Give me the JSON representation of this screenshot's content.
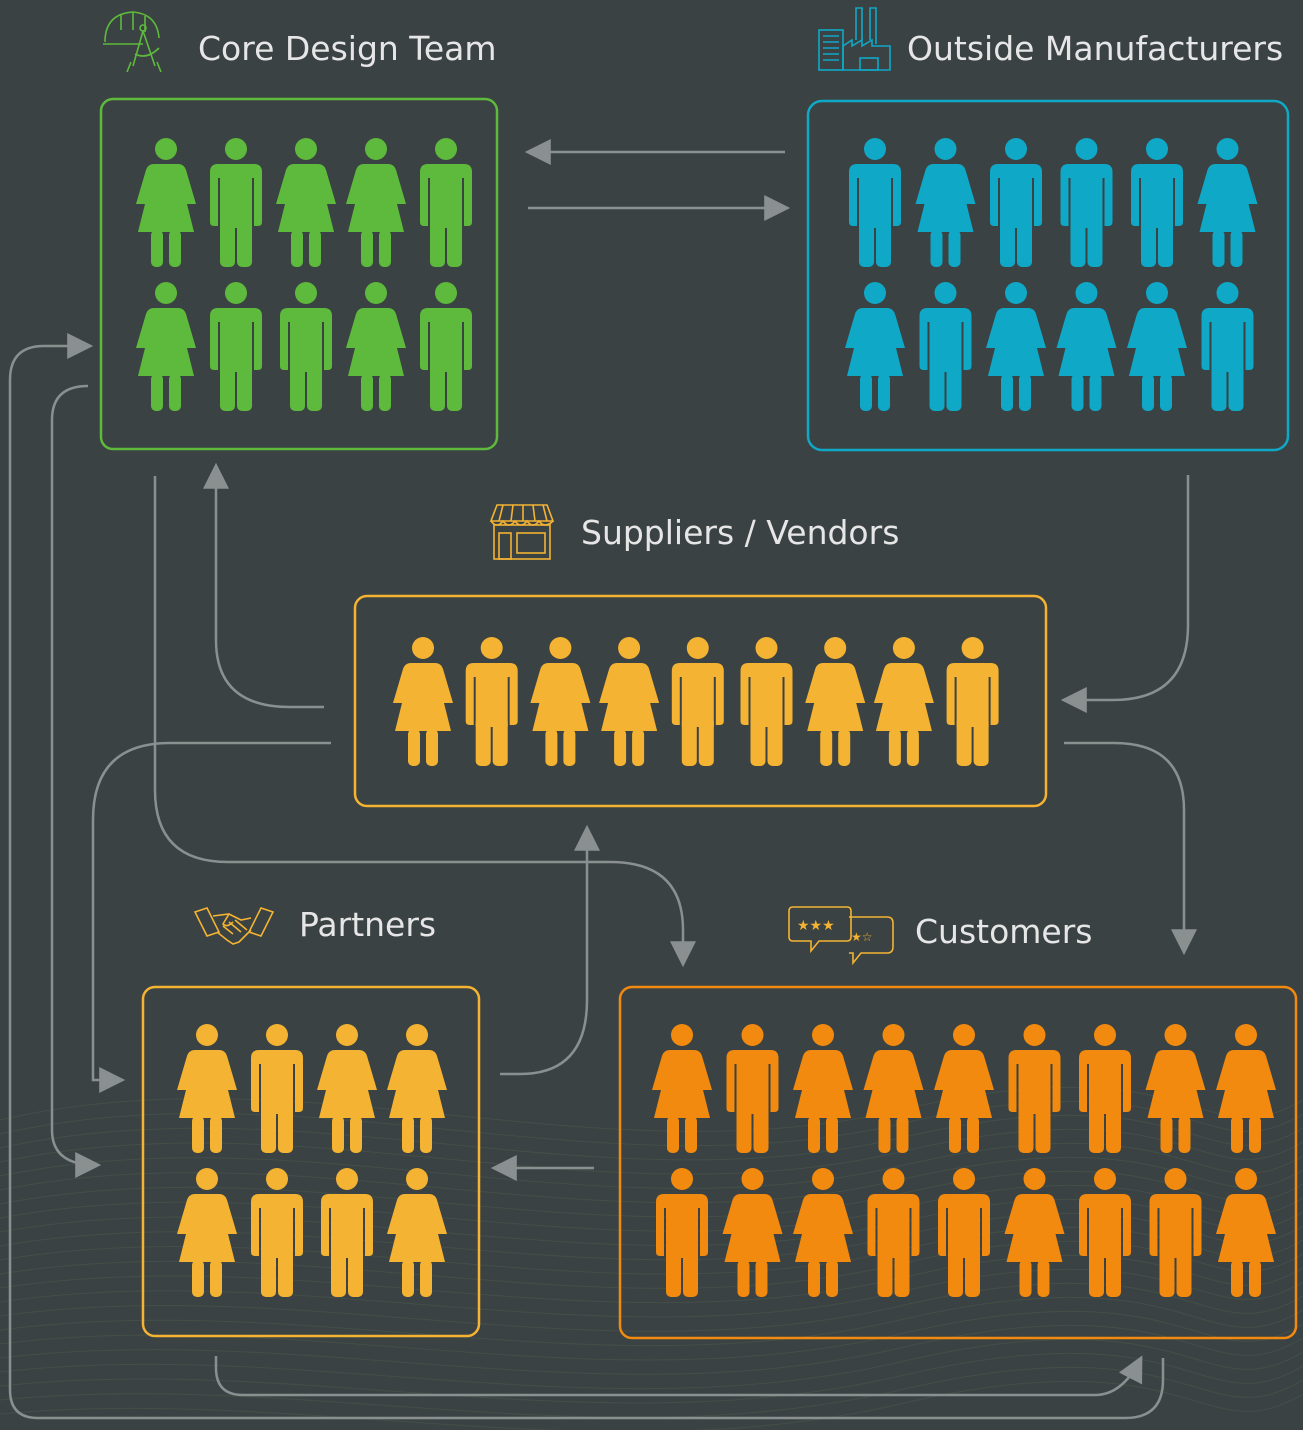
{
  "groups": {
    "core_design_team": {
      "title": "Core Design Team",
      "icon": "hardhat-compass-icon",
      "color": "#5eba3c",
      "people_rows": [
        [
          "female",
          "male",
          "female",
          "female",
          "male"
        ],
        [
          "female",
          "male",
          "male",
          "female",
          "male"
        ]
      ]
    },
    "outside_manufacturers": {
      "title": "Outside Manufacturers",
      "icon": "factory-icon",
      "color": "#10a8c7",
      "people_rows": [
        [
          "male",
          "female",
          "male",
          "male",
          "male",
          "female"
        ],
        [
          "female",
          "male",
          "female",
          "female",
          "female",
          "male"
        ]
      ]
    },
    "suppliers_vendors": {
      "title": "Suppliers / Vendors",
      "icon": "storefront-icon",
      "color": "#f4b332",
      "people_rows": [
        [
          "female",
          "male",
          "female",
          "female",
          "male",
          "male",
          "female",
          "female",
          "male"
        ]
      ]
    },
    "partners": {
      "title": "Partners",
      "icon": "handshake-icon",
      "color": "#f4b332",
      "people_rows": [
        [
          "female",
          "male",
          "female",
          "female"
        ],
        [
          "female",
          "male",
          "male",
          "female"
        ]
      ]
    },
    "customers": {
      "title": "Customers",
      "icon": "rating-bubbles-icon",
      "color": "#f28a0f",
      "people_rows": [
        [
          "female",
          "male",
          "female",
          "female",
          "female",
          "male",
          "male",
          "female",
          "female"
        ],
        [
          "male",
          "female",
          "female",
          "male",
          "male",
          "female",
          "male",
          "male",
          "female"
        ]
      ]
    }
  },
  "connector_color": "#8a8f90"
}
